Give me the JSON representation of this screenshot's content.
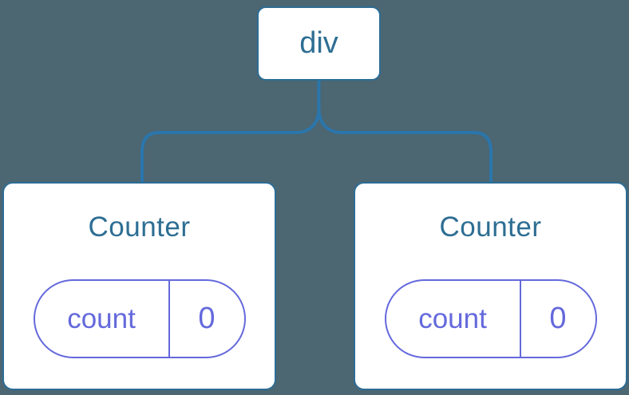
{
  "diagram": {
    "description": "React component tree diagram: a div root node with two Counter children, each holding count state 0",
    "root": {
      "label": "div"
    },
    "children": [
      {
        "title": "Counter",
        "state": {
          "key": "count",
          "value": "0"
        }
      },
      {
        "title": "Counter",
        "state": {
          "key": "count",
          "value": "0"
        }
      }
    ],
    "colors": {
      "bg": "#4C6672",
      "node-fill": "#FFFFFF",
      "node-border": "#2C6D96",
      "connector": "#2A76AC",
      "node-text": "#2E6E93",
      "state-accent": "#6469DC"
    }
  }
}
